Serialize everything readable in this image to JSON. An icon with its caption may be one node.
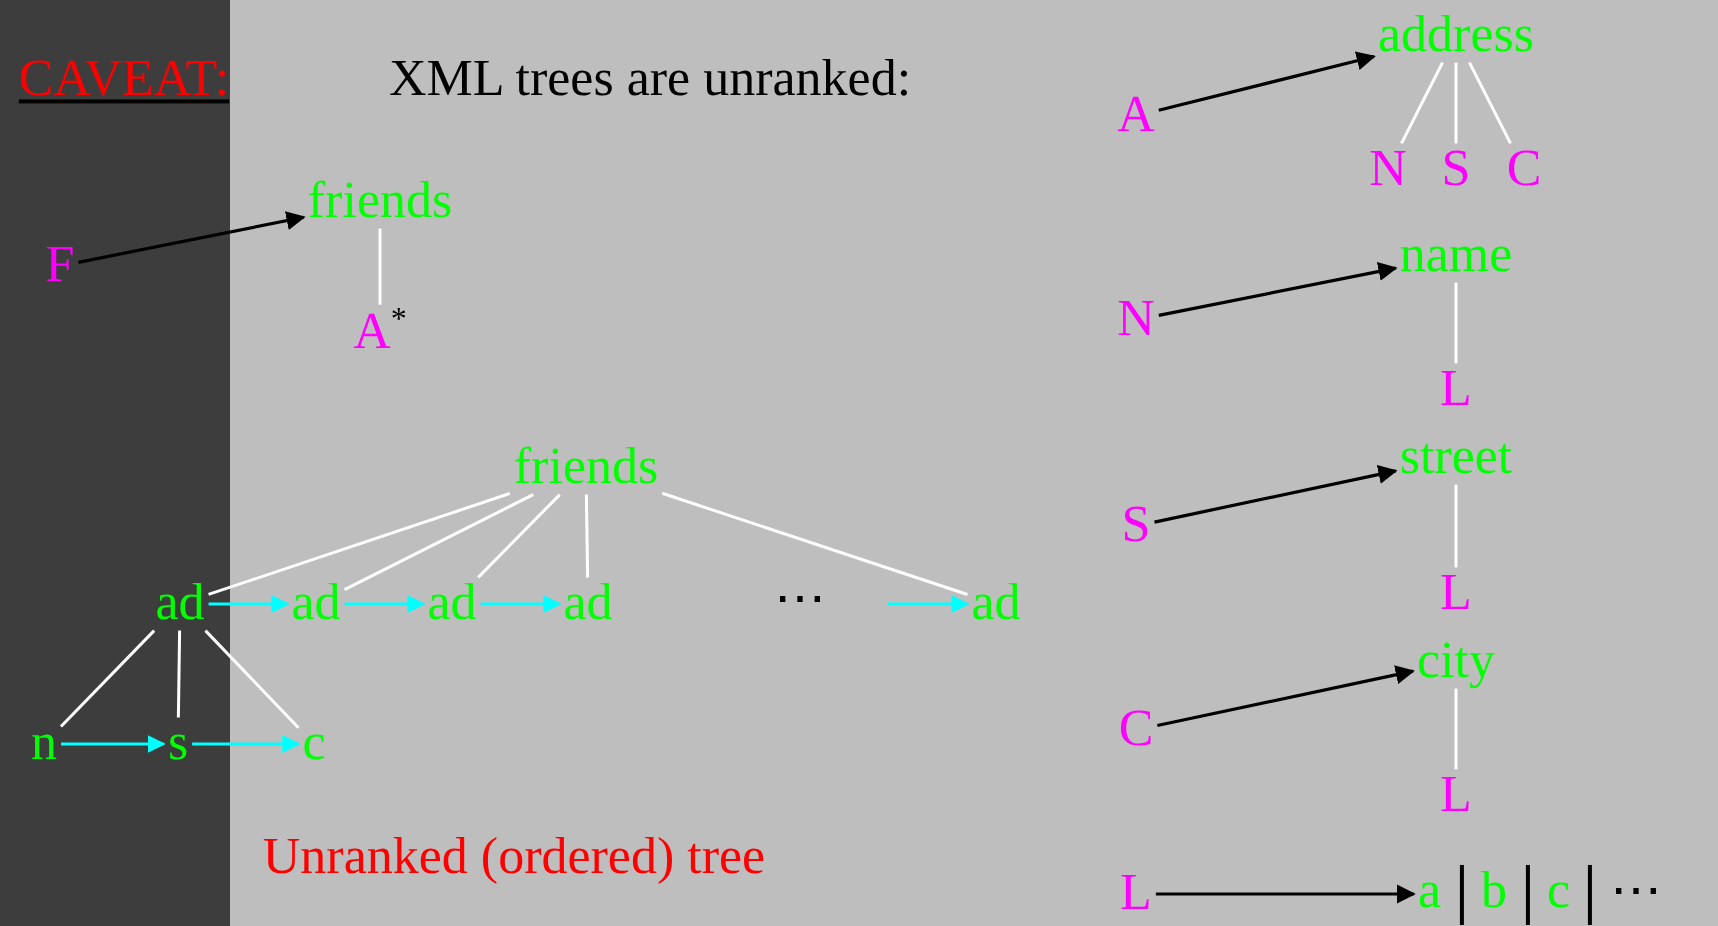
{
  "diagram": {
    "title": "XML trees are unranked:",
    "nodes": [
      {
        "text": [
          "F"
        ]
      },
      {
        "text": [
          "friends"
        ]
      },
      {
        "text": [
          "A$^{*}$"
        ]
      },
      {
        "text": [
          "friends"
        ]
      },
      {
        "text": [
          "ad"
        ]
      },
      {
        "text": [
          "ad"
        ]
      },
      {
        "text": [
          "ad"
        ]
      },
      {
        "text": [
          "ad"
        ]
      },
      {
        "text": [
          "ad"
        ]
      },
      {
        "text": [
          "n"
        ]
      },
      {
        "text": [
          "s"
        ]
      },
      {
        "text": [
          "c"
        ]
      },
      {
        "text": [
          "A"
        ]
      },
      {
        "text": [
          "address"
        ]
      },
      {
        "text": [
          "N"
        ]
      },
      {
        "text": [
          "S"
        ]
      },
      {
        "text": [
          "C"
        ]
      },
      {
        "text": [
          "N"
        ]
      },
      {
        "text": [
          "name"
        ]
      },
      {
        "text": [
          "L"
        ]
      },
      {
        "text": [
          "S"
        ]
      },
      {
        "text": [
          "street"
        ]
      },
      {
        "text": [
          "L"
        ]
      },
      {
        "text": [
          "C"
        ]
      },
      {
        "text": [
          "city"
        ]
      },
      {
        "text": [
          "L"
        ]
      },
      {
        "text": [
          "L"
        ]
      },
      {
        "text": [
          "a",
          "b",
          "c",
          "⋯"
        ]
      }
    ],
    "edges": [
      {
        "from": 0,
        "to": 1,
        "arrow": "to",
        "color": "#000000"
      },
      {
        "from": 1,
        "to": 2,
        "arrow": "none"
      },
      {
        "from": 3,
        "to": 4,
        "arrow": "none"
      },
      {
        "from": 3,
        "to": 5,
        "arrow": "none"
      },
      {
        "from": 3,
        "to": 6,
        "arrow": "none"
      },
      {
        "from": 3,
        "to": 7,
        "arrow": "none"
      },
      {
        "from": 3,
        "to": 8,
        "arrow": "none"
      },
      {
        "from": 4,
        "to": 5,
        "arrow": "to",
        "color": "#00ffff"
      },
      {
        "from": 5,
        "to": 6,
        "arrow": "to",
        "color": "#00ffff"
      },
      {
        "from": 6,
        "to": 7,
        "arrow": "to",
        "color": "#00ffff"
      },
      {
        "from": null,
        "to": 8,
        "arrow": "to",
        "color": "#00ffff"
      },
      {
        "from": 4,
        "to": 9,
        "arrow": "none"
      },
      {
        "from": 4,
        "to": 10,
        "arrow": "none"
      },
      {
        "from": 4,
        "to": 11,
        "arrow": "none"
      },
      {
        "from": 9,
        "to": 10,
        "arrow": "to",
        "color": "#00ffff"
      },
      {
        "from": 10,
        "to": 11,
        "arrow": "to",
        "color": "#00ffff"
      },
      {
        "from": 12,
        "to": 13,
        "arrow": "to",
        "color": "#000000"
      },
      {
        "from": 13,
        "to": 14,
        "arrow": "none"
      },
      {
        "from": 13,
        "to": 15,
        "arrow": "none"
      },
      {
        "from": 13,
        "to": 16,
        "arrow": "none"
      },
      {
        "from": 17,
        "to": 18,
        "arrow": "to",
        "color": "#000000"
      },
      {
        "from": 18,
        "to": 19,
        "arrow": "none"
      },
      {
        "from": 20,
        "to": 21,
        "arrow": "to",
        "color": "#000000"
      },
      {
        "from": 21,
        "to": 22,
        "arrow": "none"
      },
      {
        "from": 23,
        "to": 24,
        "arrow": "to",
        "color": "#000000"
      },
      {
        "from": 24,
        "to": 25,
        "arrow": "none"
      },
      {
        "from": 26,
        "to": 27,
        "arrow": "to",
        "color": "#000000"
      }
    ],
    "labels": [
      "CAVEAT:",
      "⋯",
      "Unranked (ordered) tree"
    ]
  }
}
